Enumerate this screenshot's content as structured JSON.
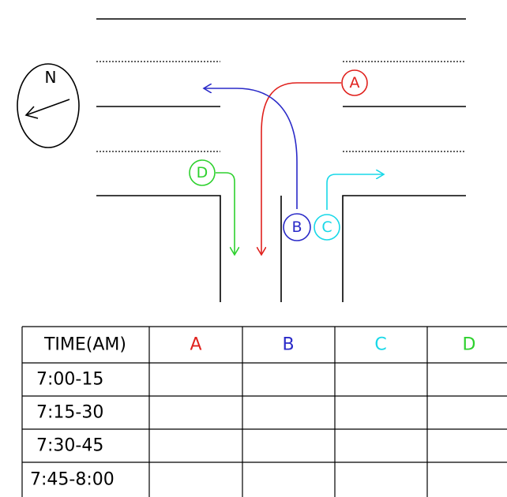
{
  "compass": {
    "label": "N",
    "icon": "compass-arrow-icon"
  },
  "routes": [
    {
      "id": "A",
      "label": "A",
      "color": "#e0211d"
    },
    {
      "id": "B",
      "label": "B",
      "color": "#2a2ac8"
    },
    {
      "id": "C",
      "label": "C",
      "color": "#18d8e8"
    },
    {
      "id": "D",
      "label": "D",
      "color": "#2ed12e"
    }
  ],
  "table": {
    "header": [
      "TIME(AM)",
      "A",
      "B",
      "C",
      "D"
    ],
    "header_colors": [
      "#000000",
      "#e0211d",
      "#2a2ac8",
      "#18d8e8",
      "#2ed12e"
    ],
    "rows": [
      [
        "7:00-15",
        "",
        "",
        "",
        ""
      ],
      [
        "7:15-30",
        "",
        "",
        "",
        ""
      ],
      [
        "7:30-45",
        "",
        "",
        "",
        ""
      ],
      [
        "7:45-8:00",
        "",
        "",
        "",
        ""
      ]
    ]
  }
}
